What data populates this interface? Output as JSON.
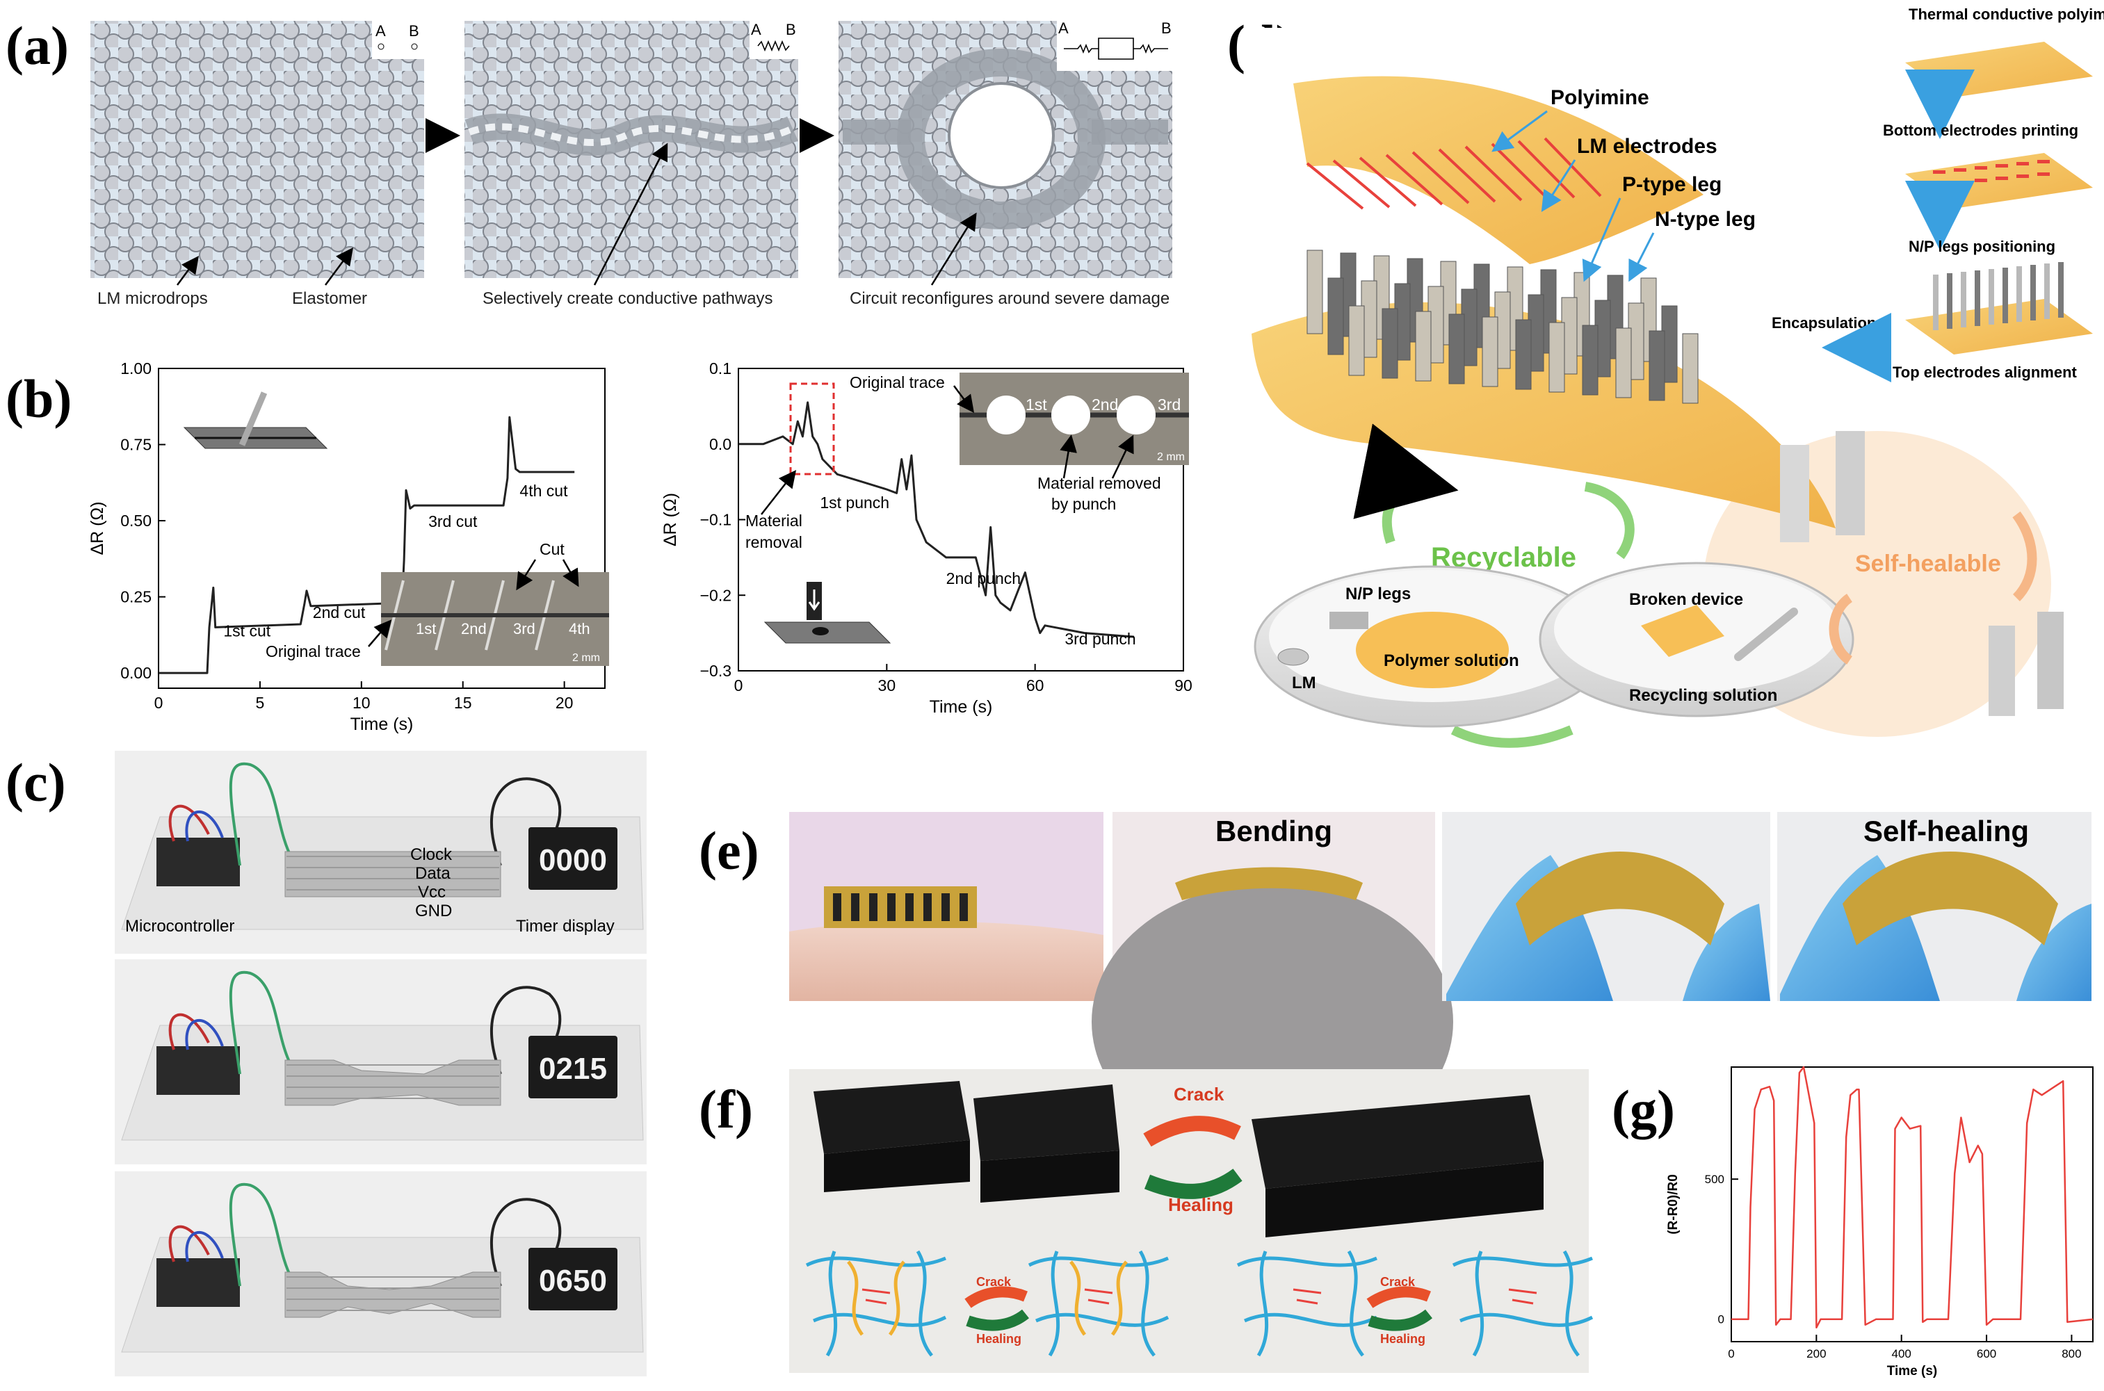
{
  "panel_labels": {
    "a": "(a)",
    "b": "(b)",
    "c": "(c)",
    "d": "(d)",
    "e": "(e)",
    "f": "(f)",
    "g": "(g)"
  },
  "panel_a": {
    "stage1_terminals": {
      "a": "A",
      "b": "B"
    },
    "stage2_terminals": {
      "a": "A",
      "b": "B"
    },
    "stage3_terminals": {
      "a": "A",
      "b": "B"
    },
    "labels": {
      "lm_microdrops": "LM microdrops",
      "elastomer": "Elastomer",
      "pathways": "Selectively create conductive pathways",
      "reconfigure": "Circuit reconfigures around severe damage"
    }
  },
  "panel_c": {
    "labels": {
      "clock": "Clock",
      "data": "Data",
      "vcc": "Vcc",
      "gnd": "GND",
      "microcontroller": "Microcontroller",
      "timer": "Timer display"
    },
    "displays": [
      "0000",
      "0215",
      "0650"
    ]
  },
  "panel_d": {
    "labels": {
      "polyimine": "Polyimine",
      "lm_electrodes": "LM electrodes",
      "p_leg": "P-type leg",
      "n_leg": "N-type leg",
      "thermal": "Thermal conductive polyimine",
      "bottom": "Bottom electrodes printing",
      "np_pos": "N/P legs positioning",
      "encap": "Encapsulation",
      "top_align": "Top electrodes alignment",
      "recyclable": "Recyclable",
      "selfhealable": "Self-healable",
      "np_legs": "N/P legs",
      "lm": "LM",
      "polymer_solution": "Polymer solution",
      "broken": "Broken device",
      "recycling": "Recycling solution"
    }
  },
  "panel_e": {
    "labels": {
      "bending": "Bending",
      "selfhealing": "Self-healing"
    }
  },
  "panel_f": {
    "labels": {
      "crack": "Crack",
      "healing": "Healing"
    }
  },
  "colors": {
    "trace": "#303030",
    "red_trace": "#e8413c",
    "orange": "#f0b030",
    "cyan": "#30a8d8",
    "recycle_green": "#6cc24a",
    "heal_orange": "#f3a060"
  },
  "chart_data": [
    {
      "type": "line",
      "id": "b-left",
      "xlabel": "Time (s)",
      "ylabel": "ΔR (Ω)",
      "xlim": [
        0,
        22
      ],
      "ylim": [
        -0.05,
        1.0
      ],
      "xticks": [
        0,
        5,
        10,
        15,
        20
      ],
      "yticks": [
        0.0,
        0.25,
        0.5,
        0.75,
        1.0
      ],
      "xtick_labels": [
        "0",
        "5",
        "10",
        "15",
        "20"
      ],
      "ytick_labels": [
        "0.00",
        "0.25",
        "0.50",
        "0.75",
        "1.00"
      ],
      "x": [
        0,
        2.4,
        2.5,
        2.7,
        2.8,
        7.0,
        7.2,
        7.3,
        7.5,
        7.6,
        12.0,
        12.1,
        12.2,
        12.4,
        12.6,
        17.0,
        17.2,
        17.3,
        17.6,
        17.8,
        20.5
      ],
      "y": [
        0.0,
        0.0,
        0.15,
        0.28,
        0.15,
        0.16,
        0.23,
        0.27,
        0.22,
        0.22,
        0.23,
        0.37,
        0.6,
        0.54,
        0.55,
        0.55,
        0.64,
        0.84,
        0.67,
        0.66,
        0.66
      ],
      "annotations": [
        "1st cut",
        "2nd cut",
        "3rd cut",
        "4th cut",
        "Original trace",
        "Cut",
        "1st",
        "2nd",
        "3rd",
        "4th",
        "2 mm"
      ]
    },
    {
      "type": "line",
      "id": "b-right",
      "xlabel": "Time (s)",
      "ylabel": "ΔR (Ω)",
      "xlim": [
        0,
        90
      ],
      "ylim": [
        -0.3,
        0.1
      ],
      "xticks": [
        0,
        30,
        60,
        90
      ],
      "yticks": [
        -0.3,
        -0.2,
        -0.1,
        0.0,
        0.1
      ],
      "xtick_labels": [
        "0",
        "30",
        "60",
        "90"
      ],
      "ytick_labels": [
        "−0.3",
        "−0.2",
        "−0.1",
        "0.0",
        "0.1"
      ],
      "x": [
        0,
        5,
        9,
        11,
        12,
        13,
        14,
        15,
        16,
        17,
        20,
        25,
        30,
        32,
        33,
        34,
        35,
        36,
        38,
        42,
        48,
        50,
        51,
        52,
        53,
        55,
        58,
        60,
        61,
        62,
        70,
        80
      ],
      "y": [
        0.0,
        0.0,
        0.01,
        0.0,
        0.03,
        0.01,
        0.055,
        0.01,
        0.0,
        -0.02,
        -0.04,
        -0.05,
        -0.06,
        -0.065,
        -0.02,
        -0.06,
        -0.015,
        -0.1,
        -0.13,
        -0.15,
        -0.15,
        -0.2,
        -0.11,
        -0.2,
        -0.21,
        -0.22,
        -0.17,
        -0.23,
        -0.25,
        -0.24,
        -0.25,
        -0.255
      ],
      "annotations": [
        "Material removal",
        "1st punch",
        "2nd punch",
        "3rd punch",
        "Original trace",
        "Material removed by punch",
        "1st",
        "2nd",
        "3rd",
        "2 mm"
      ]
    },
    {
      "type": "line",
      "id": "g",
      "xlabel": "Time (s)",
      "ylabel": "(R-R0)/R0",
      "xlim": [
        0,
        850
      ],
      "ylim": [
        -80,
        900
      ],
      "xticks": [
        0,
        200,
        400,
        600,
        800
      ],
      "yticks": [
        0,
        500
      ],
      "xtick_labels": [
        "0",
        "200",
        "400",
        "600",
        "800"
      ],
      "ytick_labels": [
        "0",
        "500"
      ],
      "x": [
        0,
        40,
        45,
        55,
        70,
        90,
        100,
        105,
        115,
        140,
        150,
        160,
        170,
        195,
        200,
        210,
        230,
        260,
        270,
        280,
        295,
        300,
        315,
        340,
        360,
        380,
        385,
        400,
        420,
        445,
        450,
        460,
        480,
        510,
        525,
        540,
        560,
        580,
        590,
        600,
        615,
        680,
        695,
        710,
        730,
        760,
        780,
        790,
        850
      ],
      "y": [
        0,
        0,
        400,
        750,
        820,
        830,
        780,
        -20,
        0,
        0,
        520,
        880,
        900,
        700,
        -30,
        0,
        0,
        0,
        650,
        800,
        820,
        820,
        -20,
        0,
        0,
        0,
        680,
        720,
        680,
        690,
        -10,
        0,
        0,
        0,
        520,
        720,
        560,
        620,
        590,
        -20,
        0,
        0,
        700,
        820,
        800,
        830,
        850,
        -10,
        0
      ]
    }
  ]
}
